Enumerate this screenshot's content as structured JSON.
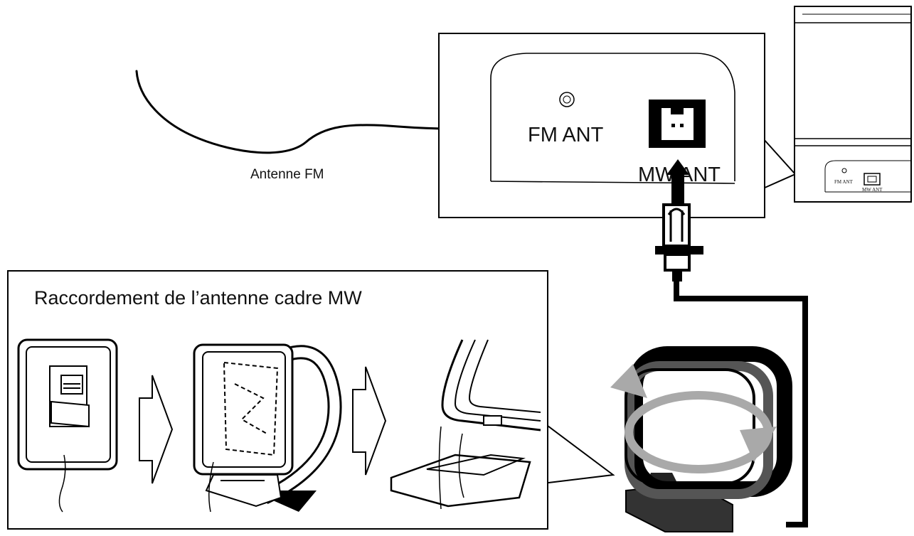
{
  "labels": {
    "fm_wire": "Antenne FM",
    "fm_port": "FM ANT",
    "mw_port": "MW ANT",
    "unit_fm_port": "FM ANT",
    "unit_mw_port": "MW ANT",
    "section_title": "Raccordement de l’antenne cadre MW"
  },
  "steps": [
    {
      "id": 1,
      "icon": "folded-loop-antenna-icon"
    },
    {
      "id": 2,
      "icon": "unfolding-loop-antenna-icon"
    },
    {
      "id": 3,
      "icon": "stand-clip-icon"
    }
  ],
  "colors": {
    "line": "#000000",
    "rotation_arrow": "#a9a9a9",
    "background": "#ffffff"
  }
}
